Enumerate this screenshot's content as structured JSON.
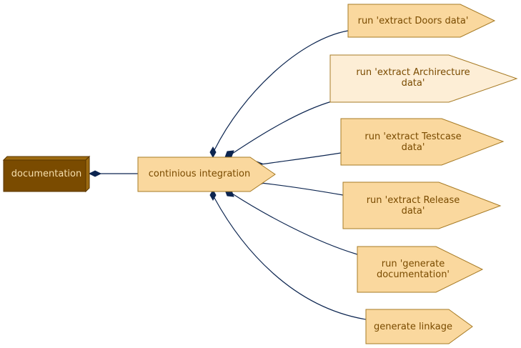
{
  "root": {
    "label": "documentation"
  },
  "hub": {
    "label": "continious integration"
  },
  "tasks": [
    {
      "lines": [
        "run 'extract Doors data'"
      ],
      "highlighted": false
    },
    {
      "lines": [
        "run 'extract Archirecture",
        "data'"
      ],
      "highlighted": true
    },
    {
      "lines": [
        "run 'extract Testcase",
        "data'"
      ],
      "highlighted": false
    },
    {
      "lines": [
        "run 'extract Release",
        "data'"
      ],
      "highlighted": false
    },
    {
      "lines": [
        "run 'generate",
        "documentation'"
      ],
      "highlighted": false
    },
    {
      "lines": [
        "generate linkage"
      ],
      "highlighted": false
    }
  ],
  "colors": {
    "edge": "#0c2550",
    "node_fill": "#fad89e",
    "node_fill_light": "#fdeed6",
    "node_stroke": "#a77b25",
    "root_fill": "#7a4b00",
    "root_side": "#9c6a10",
    "root_text": "#f6dfae",
    "node_text": "#7a4b00"
  }
}
